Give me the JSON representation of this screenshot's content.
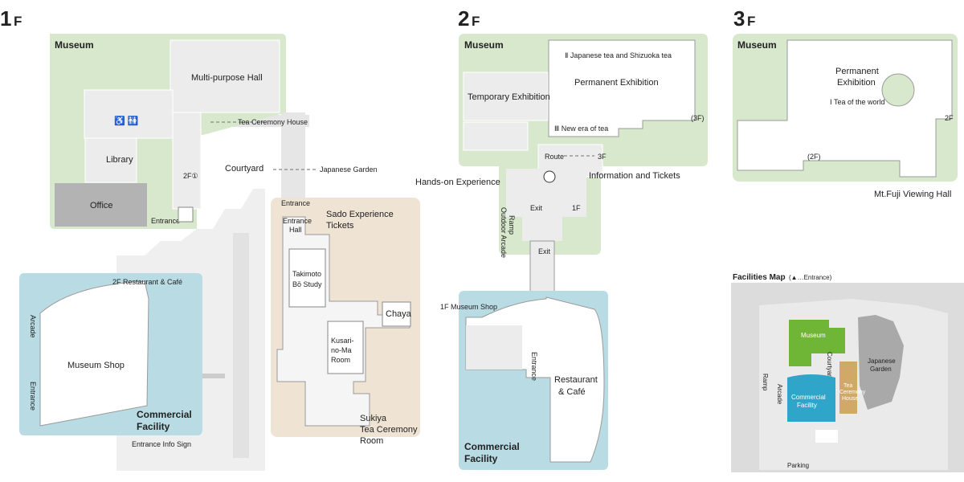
{
  "floors": {
    "f1": {
      "number": "1",
      "suffix": "F"
    },
    "f2": {
      "number": "2",
      "suffix": "F"
    },
    "f3": {
      "number": "3",
      "suffix": "F"
    }
  },
  "f1": {
    "museum": "Museum",
    "multipurpose_hall": "Multi-purpose Hall",
    "library": "Library",
    "office": "Office",
    "tea_ceremony_house_route": "Tea Ceremony House",
    "courtyard": "Courtyard",
    "japanese_garden_route": "Japanese Garden",
    "stairs_2f": "2F①",
    "entrance_museum": "Entrance",
    "restaurant_route": "2F Restaurant & Café",
    "arcade": "Arcade",
    "entrance_shop": "Entrance",
    "museum_shop": "Museum Shop",
    "commercial_facility_1": "Commercial",
    "commercial_facility_2": "Facility",
    "entrance_info_sign": "Entrance Info Sign",
    "entrance_tea": "Entrance",
    "entrance_hall_1": "Entrance",
    "entrance_hall_2": "Hall",
    "sado_1": "Sado Experience",
    "sado_2": "Tickets",
    "takimoto_1": "Takimoto",
    "takimoto_2": "Bō Study",
    "chaya": "Chaya",
    "kusari_1": "Kusari-",
    "kusari_2": "no-Ma",
    "kusari_3": "Room",
    "sukiya_1": "Sukiya",
    "sukiya_2": "Tea Ceremony",
    "sukiya_3": "Room"
  },
  "f2": {
    "museum": "Museum",
    "jp_tea": "Ⅱ Japanese tea and Shizuoka tea",
    "permanent_exhibition": "Permanent Exhibition",
    "temporary_exhibition": "Temporary Exhibition",
    "new_era": "Ⅲ New era of tea",
    "stairs_3f": "(3F)",
    "route_label": "Route",
    "route_3f": "3F",
    "hands_on": "Hands-on Experience",
    "information": "Information and Tickets",
    "exit_1": "Exit",
    "exit_2": "Exit",
    "stairs_1f": "1F",
    "outdoor_arcade_1": "Outdoor Arcade",
    "outdoor_arcade_2": "Ramp",
    "museum_shop_route": "1F Museum Shop",
    "entrance": "Entrance",
    "restaurant_1": "Restaurant",
    "restaurant_2": "& Café",
    "commercial_1": "Commercial",
    "commercial_2": "Facility"
  },
  "f3": {
    "museum": "Museum",
    "permanent_1": "Permanent",
    "permanent_2": "Exhibition",
    "tea_world": "Ⅰ Tea of the world",
    "stairs_2f_a": "(2F)",
    "stairs_2f_b": "2F",
    "viewing_hall": "Mt.Fuji Viewing Hall"
  },
  "facilities": {
    "title": "Facilities Map",
    "legend": "(▲…Entrance)",
    "museum": "Museum",
    "courtyard": "Courtyard",
    "japanese_garden_1": "Japanese",
    "japanese_garden_2": "Garden",
    "ramp": "Ramp",
    "arcade": "Arcade",
    "commercial_1": "Commercial",
    "commercial_2": "Facility",
    "tea_house_1": "Tea",
    "tea_house_2": "Ceremony",
    "tea_house_3": "House",
    "parking": "Parking"
  },
  "colors": {
    "museum_green": "#d8e8cd",
    "commercial_blue": "#b8dbe4",
    "tea_beige": "#efe3d4",
    "map_museum": "#6fb636",
    "map_commercial": "#2fa6c9",
    "map_tea": "#d0a868"
  }
}
